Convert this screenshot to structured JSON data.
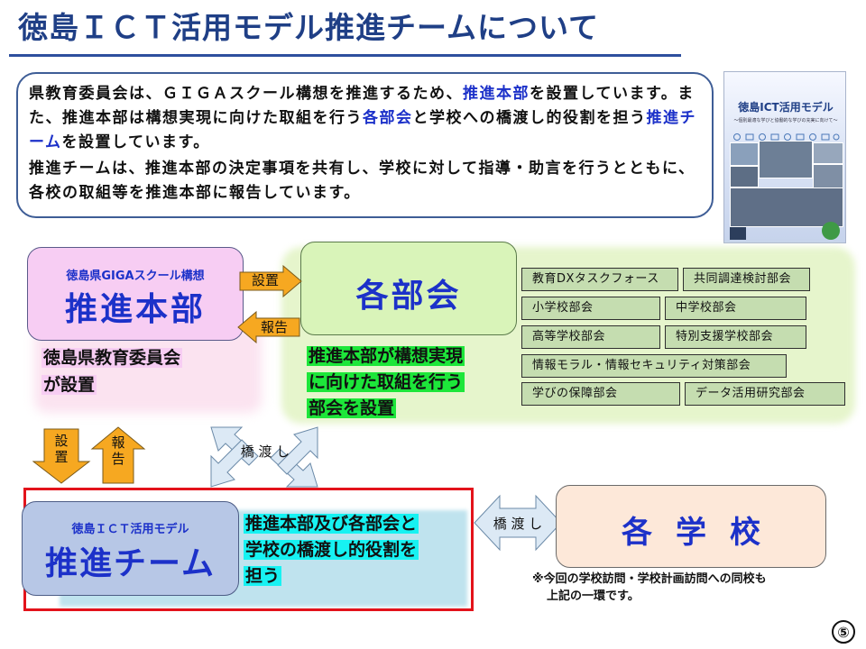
{
  "title": "徳島ＩＣＴ活用モデル推進チームについて",
  "intro": {
    "p1_a": "県教育委員会は、ＧＩＧＡスクール構想を推進するため、",
    "p1_b": "推進本部",
    "p1_c": "を設置しています。また、推進本部は構想実現に向けた取組を行う",
    "p1_d": "各部会",
    "p1_e": "と学校への橋渡し的役割を担う",
    "p1_f": "推進チーム",
    "p1_g": "を設置しています。",
    "p2": "推進チームは、推進本部の決定事項を共有し、学校に対して指導・助言を行うとともに、各校の取組等を推進本部に報告しています。"
  },
  "cover": {
    "title": "徳島ICT活用モデル",
    "subtitle": "〜個別最適な学びと協働的な学びの充実に向けて〜"
  },
  "hq": {
    "small": "徳島県GIGAスクール構想",
    "big": "推進本部",
    "note_line1": "徳島県教育委員会",
    "note_line2": "が設置"
  },
  "dept": {
    "big": "各部会",
    "note_line1": "推進本部が構想実現",
    "note_line2": "に向けた取組を行う",
    "note_line3": "部会を設置",
    "committees": [
      "教育DXタスクフォース",
      "共同調達検討部会",
      "小学校部会",
      "中学校部会",
      "高等学校部会",
      "特別支援学校部会",
      "情報モラル・情報セキュリティ対策部会",
      "学びの保障部会",
      "データ活用研究部会"
    ]
  },
  "arrows": {
    "setup": "設置",
    "report": "報告",
    "setup_v": "設置",
    "report_v": "報告",
    "bridge_top": "橋 渡 し",
    "bridge_bottom": "橋 渡 し"
  },
  "team": {
    "small": "徳島ＩＣＴ活用モデル",
    "big": "推進チーム",
    "note_line1": "推進本部及び各部会と",
    "note_line2": "学校の橋渡し的役割を",
    "note_line3": "担う"
  },
  "school": {
    "text": "各学校",
    "note_line1": "※今回の学校訪問・学校計画訪問への同校も",
    "note_line2": "上記の一環です。"
  },
  "page_number": "⑤",
  "colors": {
    "title": "#1f3f86",
    "accent_blue": "#1c31c9",
    "hq_fill": "#f7cdf3",
    "dept_fill": "#d9f4b9",
    "team_fill": "#b7c7e6",
    "school_fill": "#fde8d9",
    "arrow_orange": "#f6a821",
    "arrow_light_blue": "#dce9f5",
    "frame_red": "#e3131b"
  }
}
